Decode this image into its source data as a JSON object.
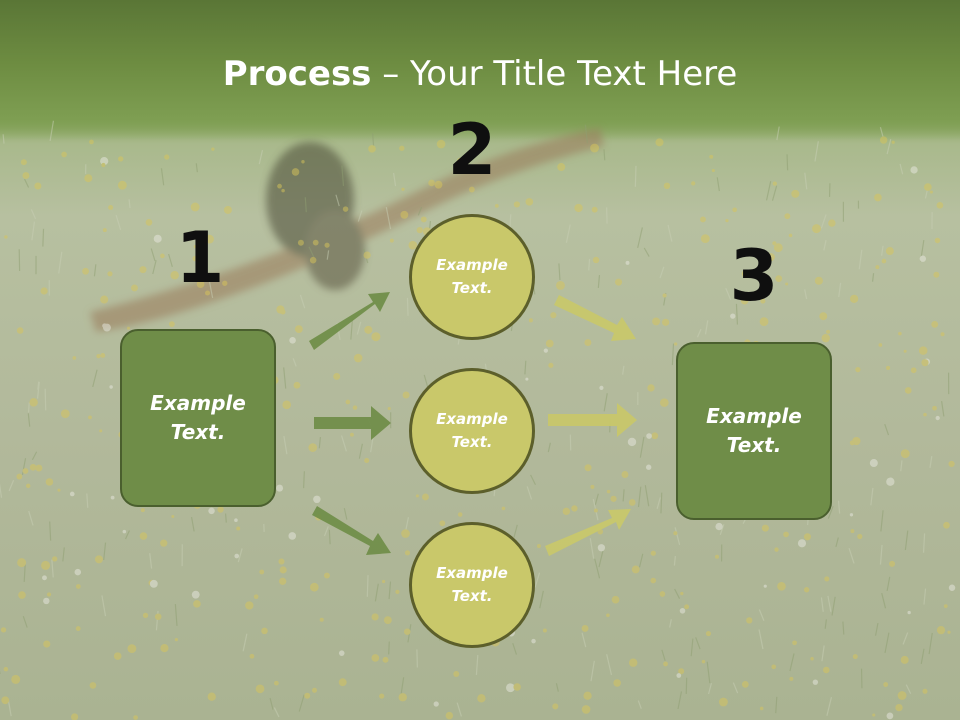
{
  "slide": {
    "title_bold": "Process",
    "title_rest": " – Your Title Text Here",
    "numbers": [
      "1",
      "2",
      "3"
    ],
    "left_box": {
      "text": "Example Text."
    },
    "circles": [
      {
        "text": "Example Text."
      },
      {
        "text": "Example Text."
      },
      {
        "text": "Example Text."
      }
    ],
    "right_box": {
      "text": "Example Text."
    }
  },
  "colors": {
    "box_fill": "#6f8d48",
    "circle_fill": "#c9c86a",
    "left_arrow": "#6f8d48",
    "right_arrow": "#c9c86a",
    "title_text": "#ffffff",
    "number_text": "#0f0f0f"
  }
}
